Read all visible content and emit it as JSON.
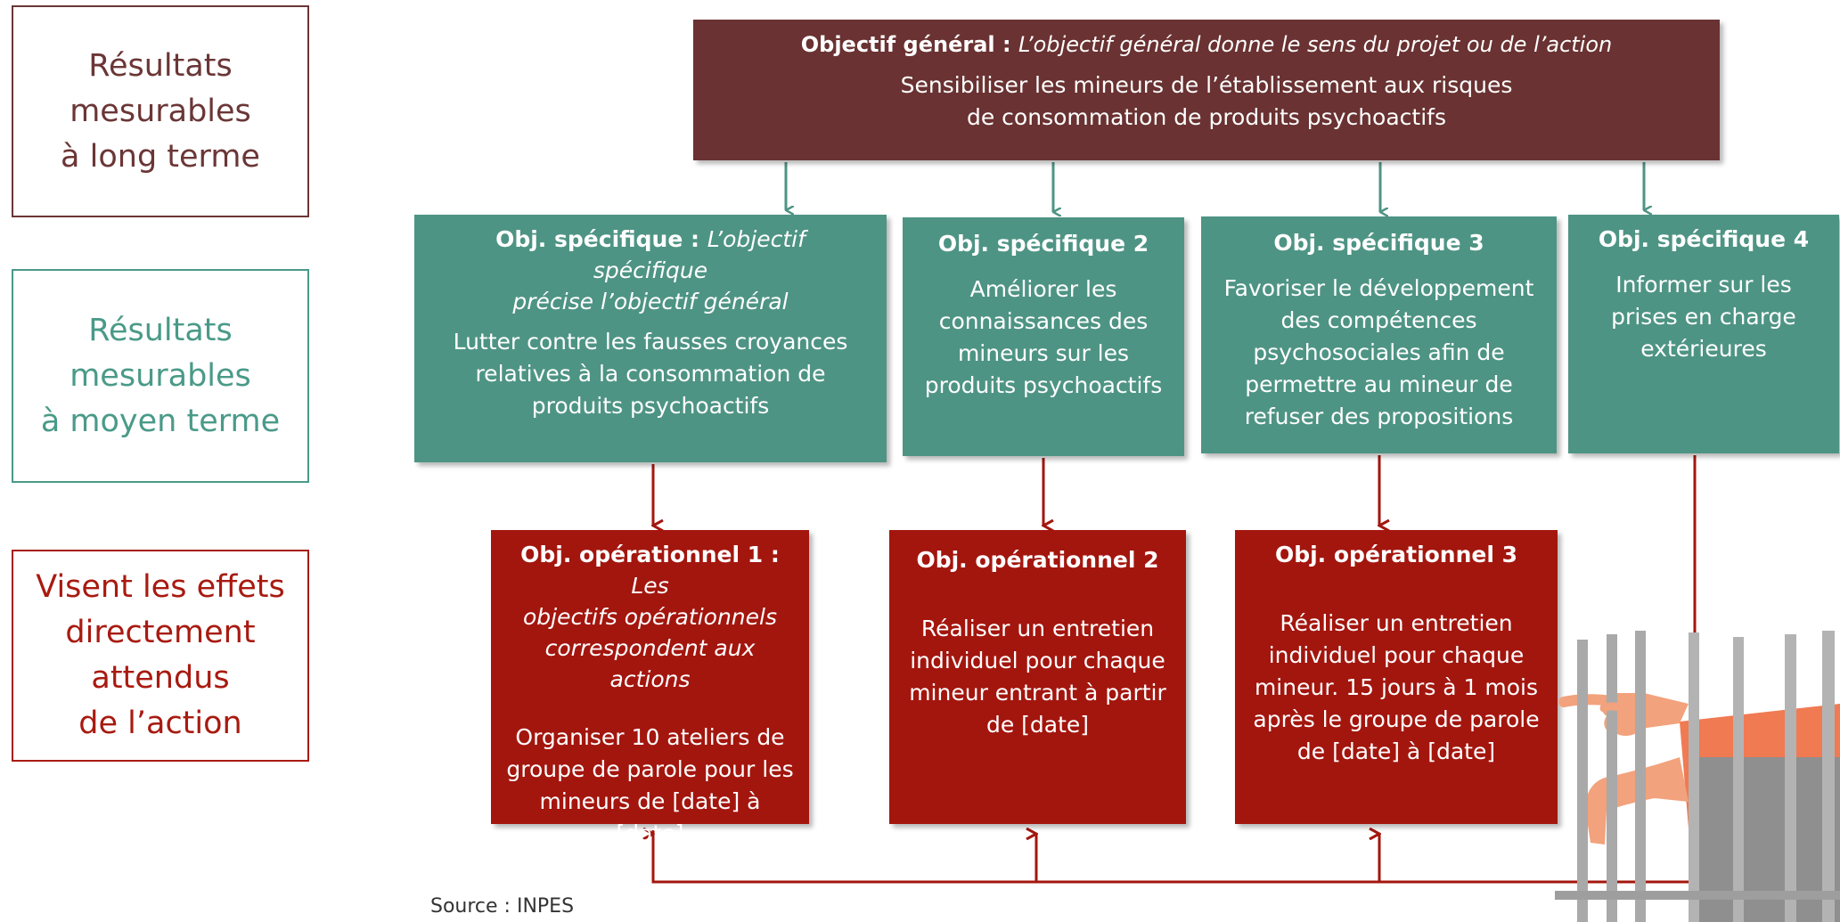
{
  "legend": {
    "long_term": [
      "Résultats",
      "mesurables",
      "à long terme"
    ],
    "mid_term": [
      "Résultats",
      "mesurables",
      "à moyen terme"
    ],
    "action": [
      "Visent les effets",
      "directement",
      "attendus",
      "de l’action"
    ]
  },
  "general": {
    "title": "Objectif général :",
    "subtitle": "L’objectif général donne le sens du projet ou de l’action",
    "body": [
      "Sensibiliser les mineurs de l’établissement aux risques",
      "de consommation de produits psychoactifs"
    ]
  },
  "specific": [
    {
      "title": "Obj. spécifique :",
      "subtitle": "L’objectif spécifique",
      "subtitle2": "précise l’objectif général",
      "body": [
        "Lutter contre les fausses croyances",
        "relatives à la consommation de",
        "produits psychoactifs"
      ]
    },
    {
      "title": "Obj. spécifique 2",
      "body": [
        "Améliorer les",
        "connaissances des",
        "mineurs sur les",
        "produits psychoactifs"
      ]
    },
    {
      "title": "Obj. spécifique 3",
      "body": [
        "Favoriser le développement",
        "des compétences",
        "psychosociales afin de",
        "permettre au mineur de",
        "refuser des propositions"
      ]
    },
    {
      "title": "Obj. spécifique 4",
      "body": [
        "Informer sur les",
        "prises en charge",
        "extérieures"
      ]
    }
  ],
  "operational": [
    {
      "title": "Obj. opérationnel 1 :",
      "subtitle_inline": "Les",
      "subtitle": [
        "objectifs opérationnels",
        "correspondent aux actions"
      ],
      "body": [
        "Organiser 10 ateliers de",
        "groupe de parole pour les",
        "mineurs de [date] à [date]"
      ]
    },
    {
      "title": "Obj. opérationnel 2",
      "body": [
        "Réaliser un entretien",
        "individuel pour chaque",
        "mineur entrant à partir",
        "de [date]"
      ]
    },
    {
      "title": "Obj. opérationnel 3",
      "body": [
        "Réaliser un entretien",
        "individuel pour chaque",
        "mineur. 15 jours à 1 mois",
        "après le groupe de parole",
        "de [date] à [date]"
      ]
    }
  ],
  "source": "Source : INPES",
  "colors": {
    "long_term": "#6a3232",
    "mid_term": "#4e9484",
    "action": "#a3160e",
    "connector_teal": "#4e9484",
    "connector_red": "#a3160e"
  },
  "icons": [
    "prison-bars-illustration"
  ]
}
